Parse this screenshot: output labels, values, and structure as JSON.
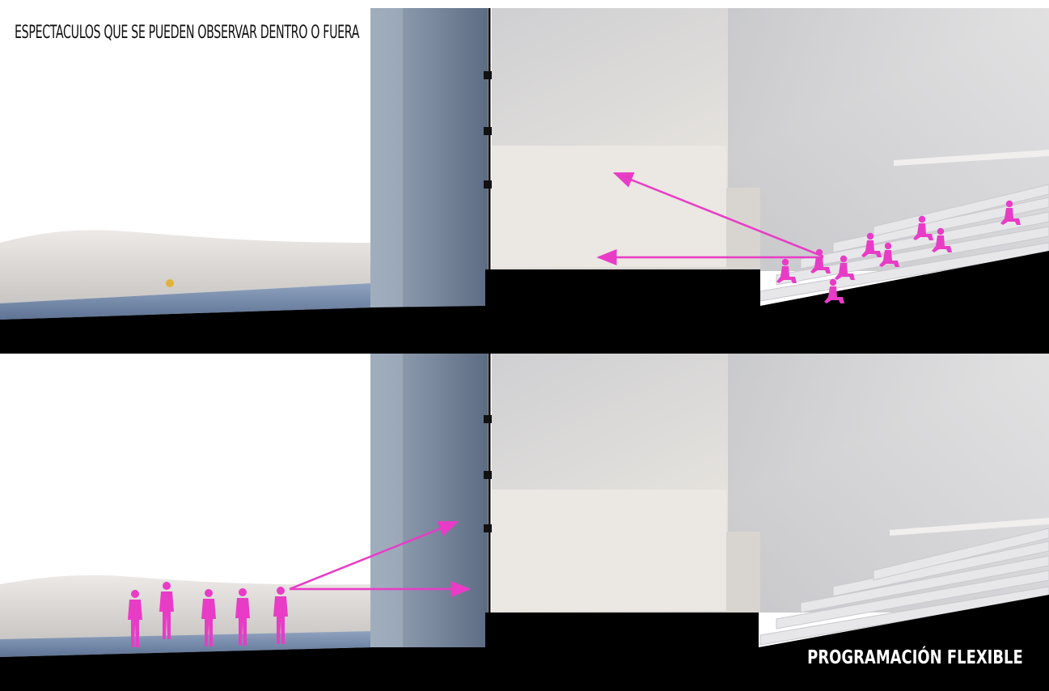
{
  "top_caption": "ESPECTACULOS QUE SE PUEDEN OBSERVAR DENTRO O FUERA",
  "bottom_caption": "PROGRAMACIÓN FLEXIBLE",
  "colors": {
    "accent": "#e83cc6",
    "ground": "#000000",
    "wall_blue": "#6f7f96",
    "interior": "#dcd8d2",
    "hill": "#d9d6d2"
  },
  "panels": [
    {
      "name": "top-section",
      "people": "seated-audience-inside",
      "view": "inside"
    },
    {
      "name": "bottom-section",
      "people": "standing-audience-outside",
      "view": "outside"
    }
  ]
}
